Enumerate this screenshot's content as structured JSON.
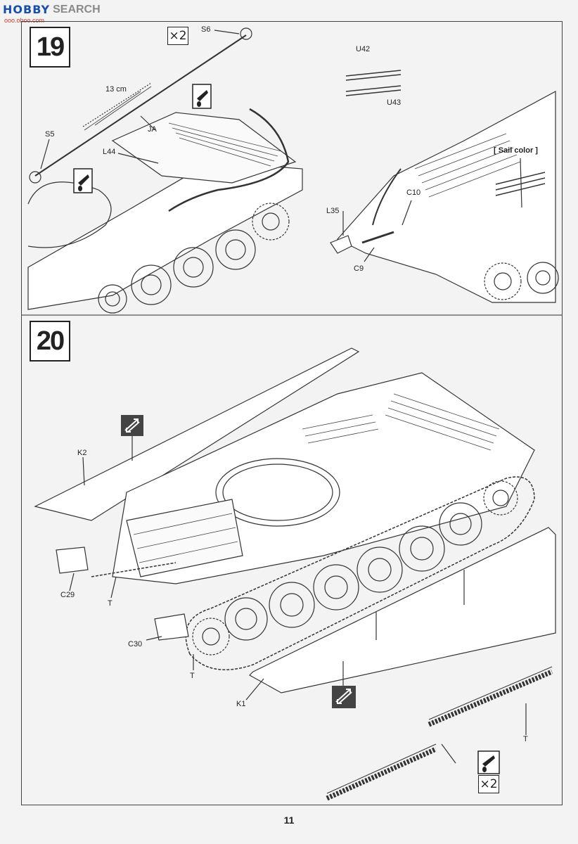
{
  "watermark": {
    "logo": "HOBBY",
    "text": "SEARCH",
    "url": "ooo.ohoo.com"
  },
  "step19": {
    "number": "19",
    "quantity": "×2",
    "labels": {
      "s6": "S6",
      "s5": "S5",
      "ja": "JA",
      "l44": "L44",
      "length": "13 cm",
      "u42": "U42",
      "u43": "U43",
      "c10": "C10",
      "l35": "L35",
      "c9": "C9",
      "sail_color": "[ Sail color ]"
    }
  },
  "step20": {
    "number": "20",
    "quantity": "×2",
    "labels": {
      "k2": "K2",
      "k1": "K1",
      "c29": "C29",
      "c30": "C30",
      "t1": "T",
      "t2": "T",
      "t3": "T"
    }
  },
  "page_number": "11"
}
